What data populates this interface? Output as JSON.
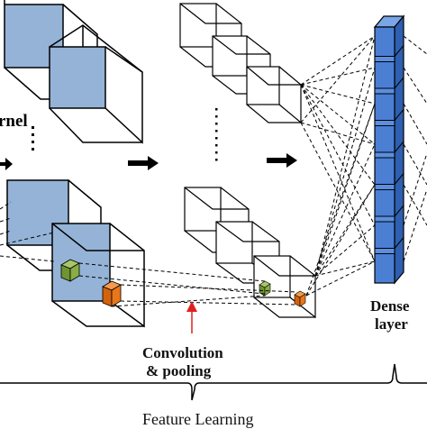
{
  "labels": {
    "kernel": "rnel",
    "convolution_line1": "Convolution",
    "convolution_line2": "& pooling",
    "dense_line1": "Dense",
    "dense_line2": "layer",
    "feature_learning": "Feature Learning"
  },
  "dense_layer": {
    "unit_count": 8
  },
  "colors": {
    "kernel_face": "#95b3d7",
    "dense_fill": "#4a7fd4",
    "filter_green": "#7fa23a",
    "filter_orange": "#e8761a",
    "pointer_red": "#e02020",
    "stroke": "#000000"
  },
  "icons": [
    "right-arrow-icon",
    "up-arrow-icon",
    "vertical-ellipsis-icon"
  ]
}
